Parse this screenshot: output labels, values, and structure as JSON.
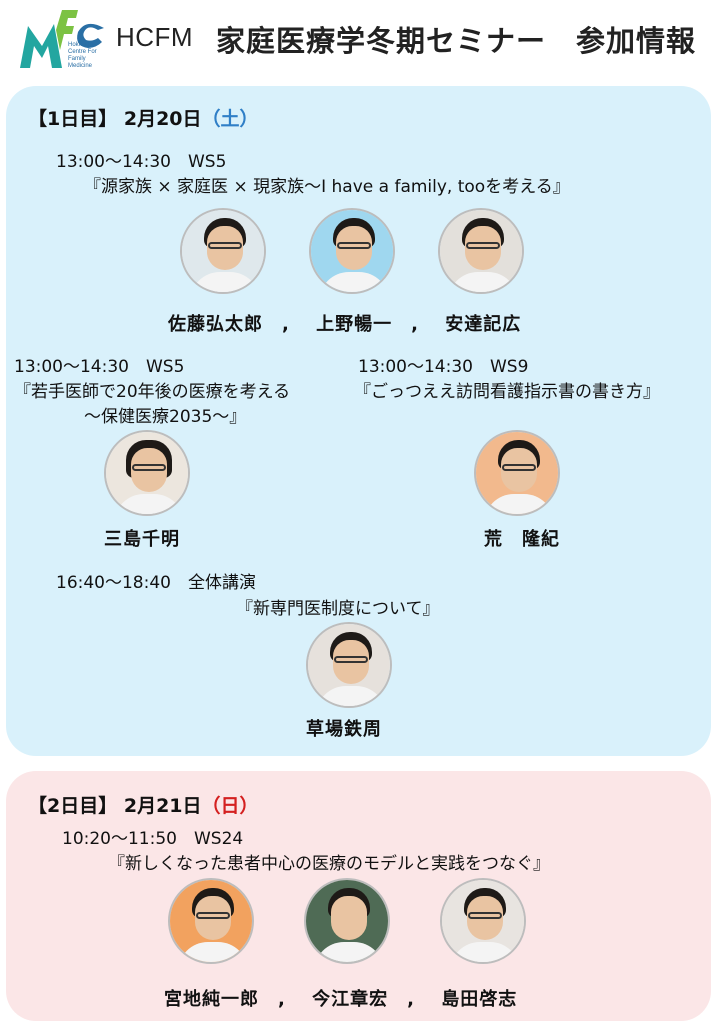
{
  "header": {
    "logo_text": "MFC",
    "logo_sub": [
      "Hokkaido",
      "Centre For",
      "Family",
      "Medicine"
    ],
    "brand": "HCFM",
    "title": "家庭医療学冬期セミナー　参加情報"
  },
  "day1": {
    "label": "【1日目】",
    "date": "2月20日",
    "weekday": "（土）",
    "sessions": [
      {
        "time": "13:00～14:30　WS5",
        "topic": "『源家族 × 家庭医 × 現家族～I have a family, tooを考える』",
        "names": "佐藤弘太郎　,　 上野暢一　,　 安達記広"
      },
      {
        "time": "13:00～14:30　WS5",
        "topic_line1": "『若手医師で20年後の医療を考える",
        "topic_line2": "～保健医療2035～』",
        "names": "三島千明"
      },
      {
        "time": "13:00～14:30　WS9",
        "topic": "『ごっつええ訪問看護指示書の書き方』",
        "names": "荒　隆紀"
      },
      {
        "time": "16:40～18:40　全体講演",
        "topic": "『新専門医制度について』",
        "names": "草場鉄周"
      }
    ]
  },
  "day2": {
    "label": "【2日目】",
    "date": "2月21日",
    "weekday": "（日）",
    "sessions": [
      {
        "time": "10:20～11:50　WS24",
        "topic": "『新しくなった患者中心の医療のモデルと実践をつなぐ』",
        "names": "宮地純一郎　,　 今江章宏　,　 島田啓志"
      }
    ]
  },
  "colors": {
    "day1_bg": "#d9f1fb",
    "day2_bg": "#fbe6e7",
    "saturday": "#2f7fc7",
    "sunday": "#d42020"
  }
}
